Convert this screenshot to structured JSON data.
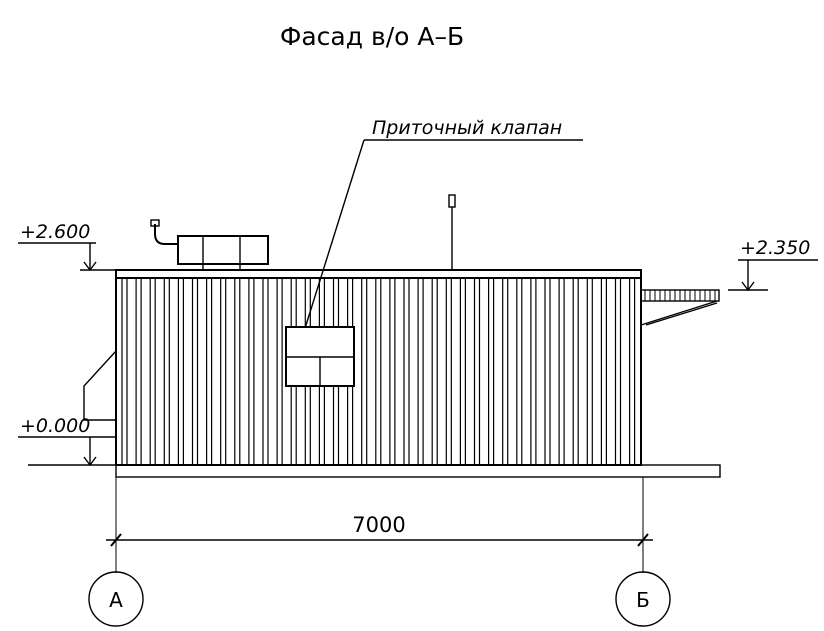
{
  "drawing": {
    "title": "Фасад в/о А–Б",
    "callout": "Приточный клапан",
    "levels": {
      "top_left": "+2.600",
      "floor_left": "+0.000",
      "right": "+2.350"
    },
    "dimension": "7000",
    "axes": {
      "left": "А",
      "right": "Б"
    }
  }
}
